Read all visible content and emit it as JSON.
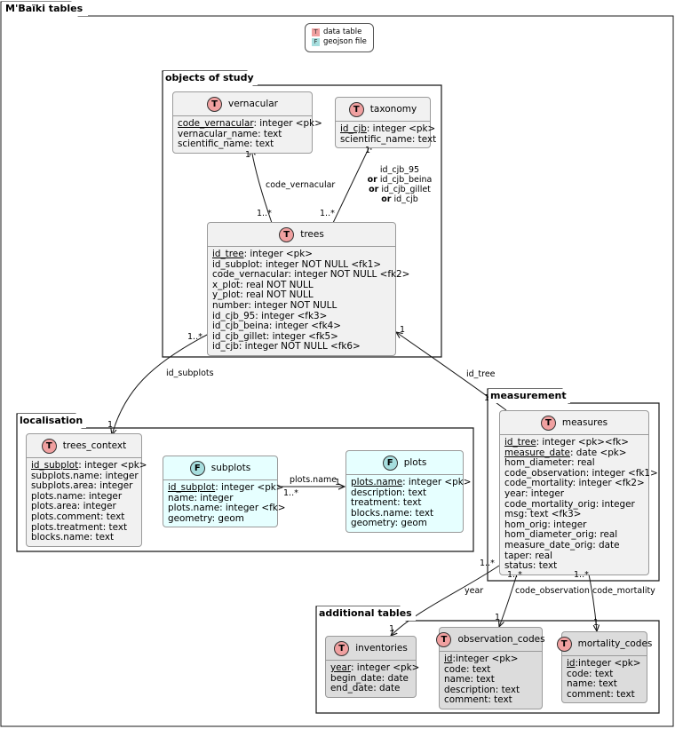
{
  "colors": {
    "table": "#f0a0a0",
    "geojson": "#a6dede",
    "cyan_bg": "#e6ffff",
    "grey_bg": "#dcdcdc",
    "default_bg": "#f1f1f1"
  },
  "diagram": {
    "title": "M'Baïki tables",
    "legend": {
      "table_badge": "T",
      "table_label": "data table",
      "geojson_badge": "F",
      "geojson_label": "geojson file"
    },
    "packages": {
      "objects": {
        "title": "objects of study"
      },
      "localisation": {
        "title": "localisation"
      },
      "measurement": {
        "title": "measurement"
      },
      "additional": {
        "title": "additional tables"
      }
    },
    "entities": {
      "vernacular": {
        "badge": "T",
        "title": "vernacular",
        "fields": [
          {
            "key": "code_vernacular",
            "rest": ": integer <pk>"
          },
          {
            "rest": "vernacular_name: text"
          },
          {
            "rest": "scientific_name: text"
          }
        ]
      },
      "taxonomy": {
        "badge": "T",
        "title": "taxonomy",
        "fields": [
          {
            "key": "id_cjb",
            "rest": ": integer <pk>"
          },
          {
            "rest": "scientific_name: text"
          }
        ]
      },
      "trees": {
        "badge": "T",
        "title": "trees",
        "fields": [
          {
            "key": "id_tree",
            "rest": ": integer <pk>"
          },
          {
            "rest": "id_subplot: integer NOT NULL <fk1>"
          },
          {
            "rest": "code_vernacular: integer NOT NULL <fk2>"
          },
          {
            "rest": "x_plot: real NOT NULL"
          },
          {
            "rest": "y_plot: real NOT NULL"
          },
          {
            "rest": "number: integer NOT NULL"
          },
          {
            "rest": "id_cjb_95: integer <fk3>"
          },
          {
            "rest": "id_cjb_beina: integer <fk4>"
          },
          {
            "rest": "id_cjb_gillet: integer <fk5>"
          },
          {
            "rest": "id_cjb: integer NOT NULL <fk6>"
          }
        ]
      },
      "trees_context": {
        "badge": "T",
        "title": "trees_context",
        "fields": [
          {
            "key": "id_subplot",
            "rest": ": integer <pk>"
          },
          {
            "rest": "subplots.name: integer"
          },
          {
            "rest": "subplots.area: integer"
          },
          {
            "rest": "plots.name: integer"
          },
          {
            "rest": "plots.area: integer"
          },
          {
            "rest": "plots.comment: text"
          },
          {
            "rest": "plots.treatment: text"
          },
          {
            "rest": "blocks.name: text"
          }
        ]
      },
      "subplots": {
        "badge": "F",
        "title": "subplots",
        "fields": [
          {
            "key": "id_subplot",
            "rest": ": integer <pk>"
          },
          {
            "rest": "name: integer"
          },
          {
            "rest": "plots.name: integer <fk>"
          },
          {
            "rest": "geometry: geom"
          }
        ]
      },
      "plots": {
        "badge": "F",
        "title": "plots",
        "fields": [
          {
            "key": "plots.name",
            "rest": ": integer <pk>"
          },
          {
            "rest": "description: text"
          },
          {
            "rest": "treatment: text"
          },
          {
            "rest": "blocks.name: text"
          },
          {
            "rest": "geometry: geom"
          }
        ]
      },
      "measures": {
        "badge": "T",
        "title": "measures",
        "fields": [
          {
            "key": "id_tree",
            "rest": ": integer <pk><fk>"
          },
          {
            "key": "measure_date",
            "rest": ": date <pk>"
          },
          {
            "rest": "hom_diameter: real"
          },
          {
            "rest": "code_observation: integer <fk1>"
          },
          {
            "rest": "code_mortality: integer <fk2>"
          },
          {
            "rest": "year: integer"
          },
          {
            "rest": "code_mortality_orig: integer"
          },
          {
            "rest": "msg: text <fk3>"
          },
          {
            "rest": "hom_orig: integer"
          },
          {
            "rest": "hom_diameter_orig: real"
          },
          {
            "rest": "measure_date_orig: date"
          },
          {
            "rest": "taper: real"
          },
          {
            "rest": "status: text"
          }
        ]
      },
      "inventories": {
        "badge": "T",
        "title": "inventories",
        "fields": [
          {
            "key": "year",
            "rest": ": integer  <pk>"
          },
          {
            "rest": "begin_date: date"
          },
          {
            "rest": "end_date: date"
          }
        ]
      },
      "observation_codes": {
        "badge": "T",
        "title": "observation_codes",
        "fields": [
          {
            "key": "id",
            "rest": ":integer <pk>"
          },
          {
            "rest": "code: text"
          },
          {
            "rest": "name: text"
          },
          {
            "rest": "description: text"
          },
          {
            "rest": "comment: text"
          }
        ]
      },
      "mortality_codes": {
        "badge": "T",
        "title": "mortality_codes",
        "fields": [
          {
            "key": "id",
            "rest": ":integer <pk>"
          },
          {
            "rest": "code: text"
          },
          {
            "rest": "name: text"
          },
          {
            "rest": "comment: text"
          }
        ]
      }
    },
    "edges": {
      "trees_vernacular": {
        "label": "code_vernacular",
        "from_mult": "1..*",
        "to_mult": "1"
      },
      "trees_taxonomy": {
        "label_lines": [
          "id_cjb_95",
          "or",
          "id_cjb_beina",
          "or",
          "id_cjb_gillet",
          "or",
          "id_cjb"
        ],
        "from_mult": "1..*",
        "to_mult": "1"
      },
      "trees_context": {
        "label": "id_subplots",
        "from_mult": "1..*",
        "to_mult": "1"
      },
      "subplots_plots": {
        "label": "plots.name",
        "from_mult": "1..*",
        "to_mult": "1"
      },
      "measures_trees": {
        "label": "id_tree",
        "from_mult": "1..*",
        "to_mult": "1"
      },
      "measures_inventories": {
        "label": "year",
        "from_mult": "1..*",
        "to_mult": "1"
      },
      "measures_observation": {
        "label": "code_observation",
        "from_mult": "1..*",
        "to_mult": "1"
      },
      "measures_mortality": {
        "label": "code_mortality",
        "from_mult": "1..*",
        "to_mult": "1"
      }
    }
  }
}
